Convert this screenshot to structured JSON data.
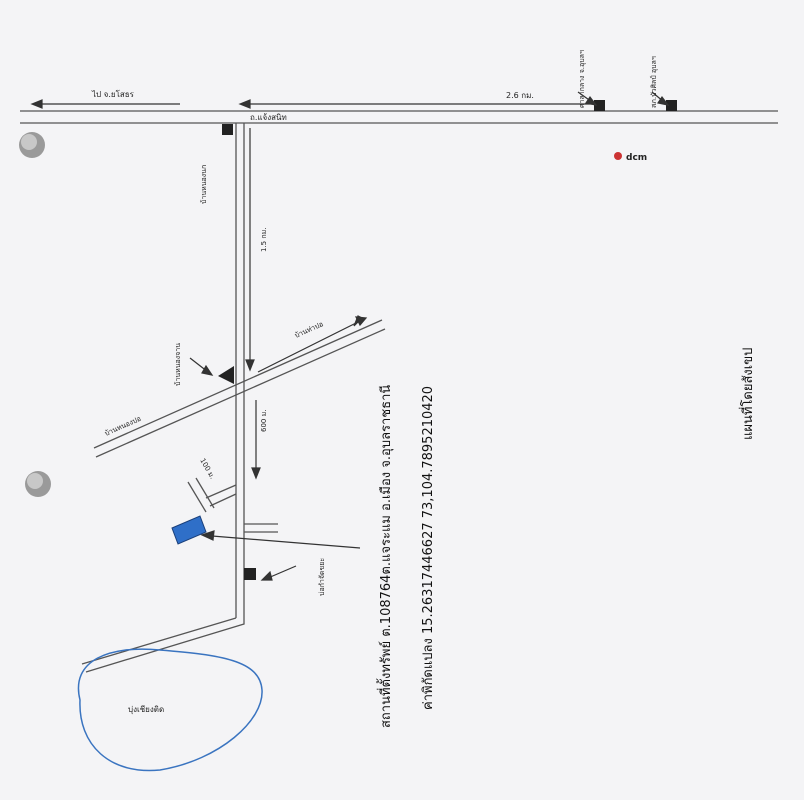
{
  "labels": {
    "to_yasothon": "ไป จ.ยโสธร",
    "road_name": "ถ.แจ้งสนิท",
    "dist_26": "2.6 กม.",
    "provincial_court": "ศาลากลาง จ.อุบลฯ",
    "police": "สภ.บัวศิลป์ อุบลฯ",
    "ban_nong_nok": "บ้านหนองนก",
    "dist_15": "1.5 กม.",
    "ban_nong_chan": "บ้านหนองจาน",
    "ban_tha_po": "บ้านท่าปอ",
    "ban_nong_pho": "บ้านหนองปอ",
    "dist_600": "600 ม.",
    "dist_100": "100 ม.",
    "shrine": "บ่อกำจัดขยะ",
    "pond": "บุ่งเชียงติด",
    "location": "สถานที่ตั้งทรัพย์ ต.108764ต.แจระแม อ.เมือง จ.อุบลราชธานี",
    "coordinates": "ค่าพิกัดแปลง  15.26317446627 73,104.7895210420",
    "map_title": "แผนที่โดยสังเขป",
    "logo_text": "dcm"
  },
  "colors": {
    "road": "#555555",
    "parcel": "#2f6fc8",
    "pond": "#3a74c0",
    "logo": "#cc3333"
  }
}
